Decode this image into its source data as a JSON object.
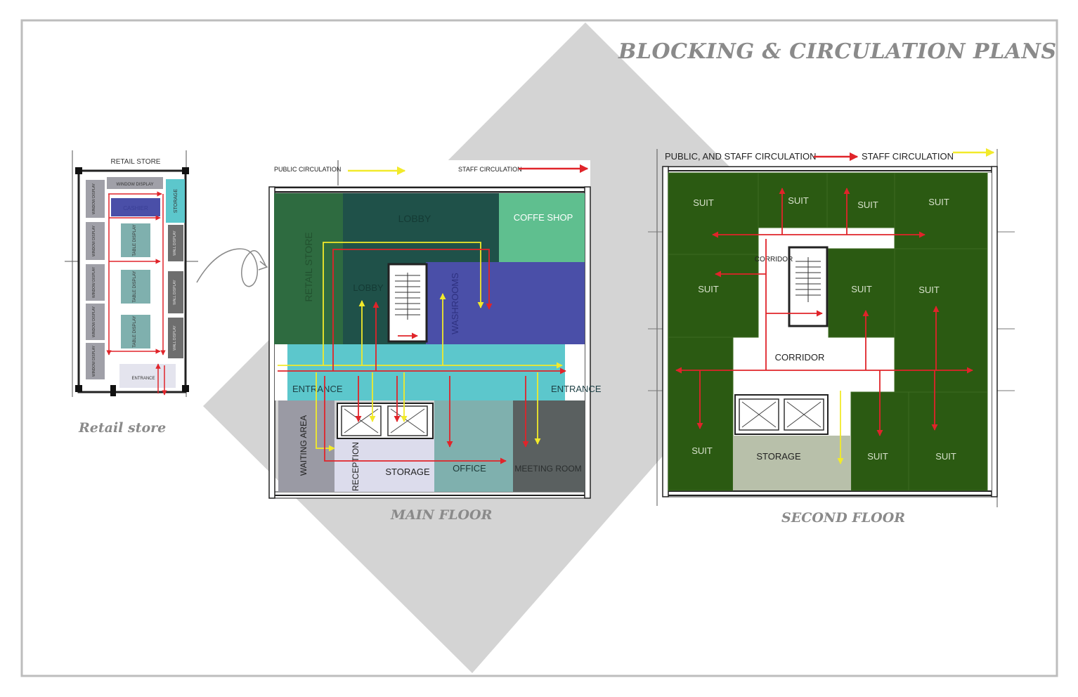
{
  "title": "BLOCKING  & CIRCULATION PLANS",
  "retail": {
    "caption": "Retail store",
    "header": "RETAIL STORE",
    "window_display": "WINDOW DISPLAY",
    "storage": "STORAGE",
    "cashier": "CASHIER",
    "table_display": "TABLE DISPLAY",
    "wall_display": "WALL DISPLAY",
    "entrance": "ENTRANCE"
  },
  "main_floor": {
    "caption": "MAIN FLOOR",
    "legend_public": "PUBLIC CIRCULATION",
    "legend_staff": "STAFF CIRCULATION",
    "rooms": {
      "retail_store": "RETAIL STORE",
      "lobby_top": "LOBBY",
      "coffee_shop": "COFFE SHOP",
      "lobby_mid": "LOBBY",
      "washrooms": "WASHROOMS",
      "entrance_left": "ENTRANCE",
      "entrance_right": "ENTRANCE",
      "waiting_area": "WAITING AREA",
      "reception": "RECEPTION",
      "storage": "STORAGE",
      "office": "OFFICE",
      "meeting_room": "MEETING ROOM"
    }
  },
  "second_floor": {
    "caption": "SECOND FLOOR",
    "legend_public_staff": "PUBLIC, AND STAFF CIRCULATION",
    "legend_staff": "STAFF CIRCULATION",
    "rooms": {
      "suit": "SUIT",
      "corridor_small": "CORRIDOR",
      "corridor": "CORRIDOR",
      "storage": "STORAGE"
    }
  },
  "colors": {
    "public_arrow": "#f2ea2a",
    "staff_arrow": "#e0242a",
    "suite_green": "#2b5a12",
    "diamond": "#d4d4d4",
    "teal": "#5cc7cc",
    "blue": "#4a4fa8"
  }
}
